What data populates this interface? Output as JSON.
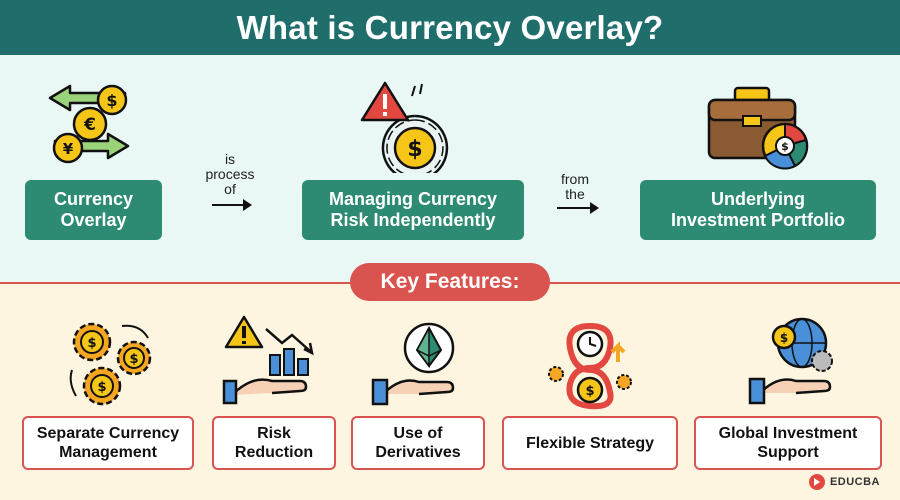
{
  "title": "What is Currency Overlay?",
  "definition": {
    "term": "Currency Overlay",
    "connector_1": [
      "is",
      "process",
      "of"
    ],
    "process": "Managing Currency Risk Independently",
    "connector_2": [
      "from",
      "the"
    ],
    "target": "Underlying Investment Portfolio"
  },
  "key_features_label": "Key Features:",
  "features": [
    "Separate Currency Management",
    "Risk Reduction",
    "Use of Derivatives",
    "Flexible Strategy",
    "Global Investment Support"
  ],
  "logo_text": "EDUCBA",
  "colors": {
    "header": "#1f6e6c",
    "green_box": "#2e8b73",
    "accent_red": "#d9534f",
    "top_bg": "#e9f7f5",
    "bottom_bg": "#fdf5e0"
  }
}
